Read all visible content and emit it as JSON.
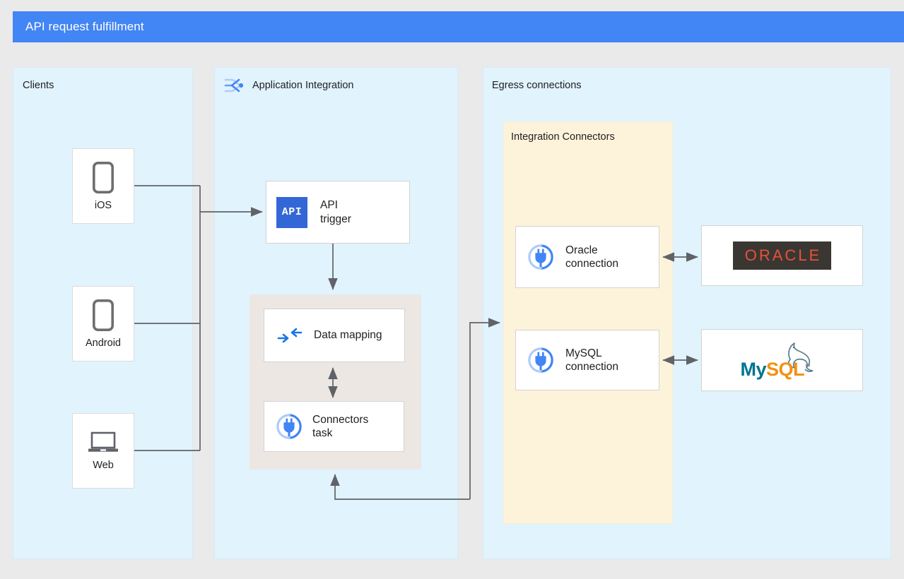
{
  "header": {
    "title": "API request fulfillment",
    "bar_color": "#4285f4"
  },
  "colors": {
    "background": "#eaeaea",
    "panel_blue": "#e1f3fd",
    "panel_yellow": "#fdf3da",
    "panel_beige": "#ece7e3",
    "accent_blue": "#4285f4",
    "api_badge": "#3367d6",
    "edge_gray": "#5f6368",
    "oracle_red": "#e8503a",
    "oracle_dark": "#3a3732",
    "mysql_teal": "#00758f",
    "mysql_orange": "#f29111"
  },
  "panels": {
    "clients": {
      "label": "Clients"
    },
    "app_integration": {
      "label": "Application Integration",
      "icon": "application-integration-icon"
    },
    "egress": {
      "label": "Egress connections"
    },
    "integration_connectors": {
      "label": "Integration Connectors"
    }
  },
  "clients": [
    {
      "label": "iOS",
      "icon": "phone-icon"
    },
    {
      "label": "Android",
      "icon": "phone-icon"
    },
    {
      "label": "Web",
      "icon": "laptop-icon"
    }
  ],
  "nodes": {
    "api_trigger": {
      "label": "API\ntrigger",
      "icon": "api-badge-icon",
      "badge_text": "API"
    },
    "data_mapping": {
      "label": "Data mapping",
      "icon": "data-mapping-icon"
    },
    "connectors_task": {
      "label": "Connectors\ntask",
      "icon": "plug-icon"
    },
    "oracle_connection": {
      "label": "Oracle\nconnection",
      "icon": "plug-icon"
    },
    "mysql_connection": {
      "label": "MySQL\nconnection",
      "icon": "plug-icon"
    }
  },
  "backends": {
    "oracle": {
      "wordmark": "ORACLE",
      "icon": "oracle-logo"
    },
    "mysql": {
      "text_primary": "My",
      "text_secondary": "SQL",
      "trademark": "™",
      "icon": "mysql-dolphin-logo"
    }
  }
}
